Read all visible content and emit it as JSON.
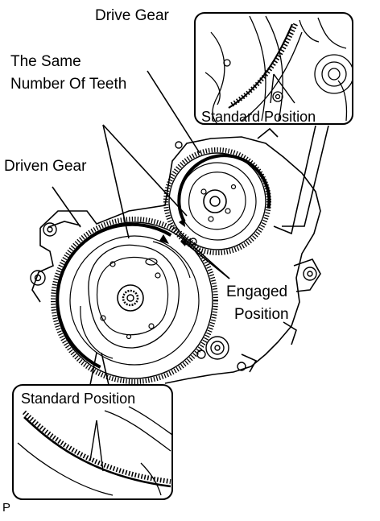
{
  "labels": {
    "drive_gear": "Drive Gear",
    "same_teeth_line1": "The Same",
    "same_teeth_line2": "Number Of Teeth",
    "driven_gear": "Driven Gear",
    "engaged_line1": "Engaged",
    "engaged_line2": "Position",
    "standard_position_top": "Standard Position",
    "standard_position_bottom": "Standard Position"
  },
  "figure_code": "P"
}
